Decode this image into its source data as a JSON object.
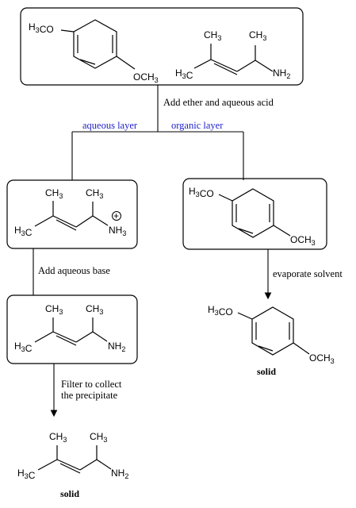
{
  "labels": {
    "h3co": "H3CO",
    "och3": "OCH3",
    "ch3": "CH3",
    "h3c": "H3C",
    "nh2": "NH2",
    "nh3": "NH3",
    "plus": "+"
  },
  "steps": {
    "add_ether_acid": "Add ether and aqueous acid",
    "aqueous_layer": "aqueous layer",
    "organic_layer": "organic layer",
    "add_base": "Add aqueous base",
    "evaporate": "evaporate solvent",
    "filter_line1": "Filter to collect",
    "filter_line2": "the precipitate",
    "solid_right": "solid",
    "solid_bottom": "solid"
  },
  "colors": {
    "layer_text": "#2222cc",
    "lines": "#000000"
  }
}
